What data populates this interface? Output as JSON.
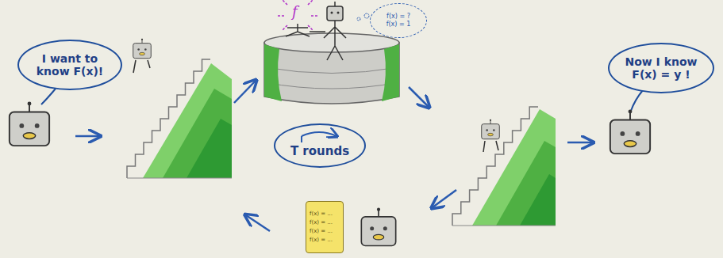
{
  "diagram": {
    "nodes": [
      {
        "text": [
          "I want to know F(x)!"
        ]
      },
      {
        "text": [
          "f(x) = ?",
          "f(x) = 1"
        ]
      },
      {
        "text": [
          "T rounds"
        ]
      },
      {
        "text": [
          "Now I know F(x) = y !"
        ]
      },
      {
        "text": [
          "f(x) = ...",
          "f(x) = ...",
          "f(x) = ...",
          "f(x) = ..."
        ]
      }
    ],
    "labels": [
      "f"
    ]
  }
}
